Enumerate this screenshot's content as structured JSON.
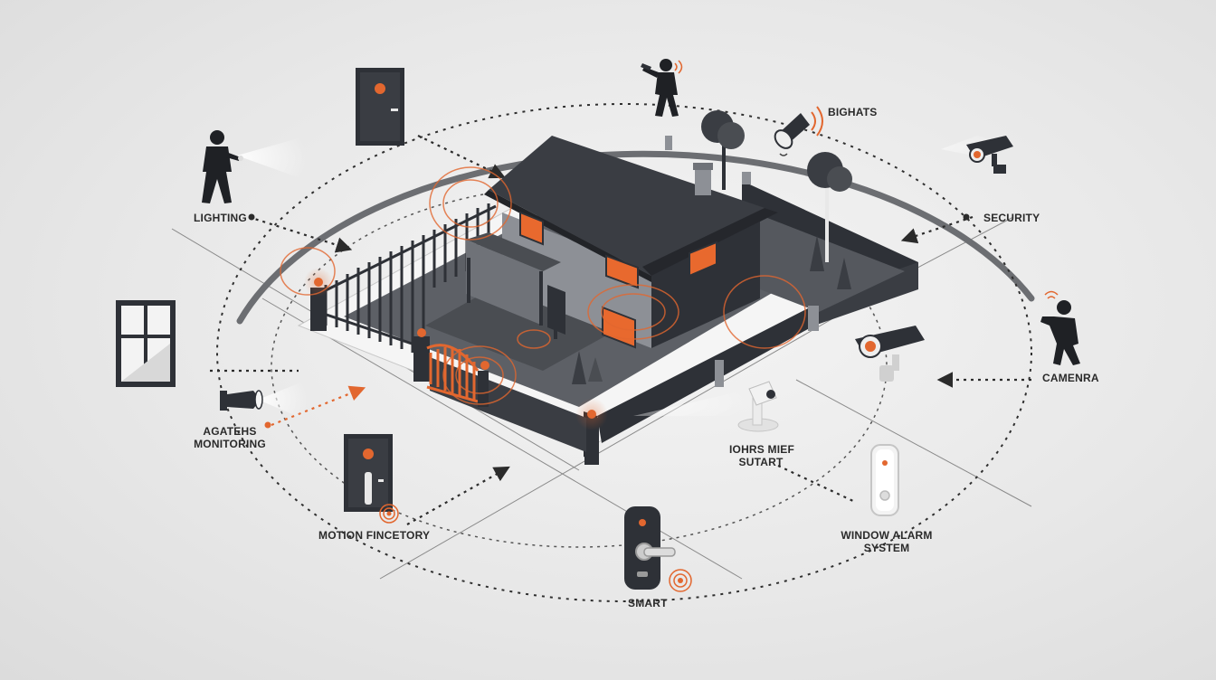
{
  "labels": {
    "lighting": "LIGHTING",
    "bighats": "BIGHATS",
    "security": "SECURITY",
    "camenra": "CAMENRA",
    "agatehs_1": "AGATEHS",
    "agatehs_2": "MONITORING",
    "motion": "MOTION FINCETORY",
    "iohrs_1": "IOHRS MIEF",
    "iohrs_2": "SUTART",
    "window_1": "WINDOW ALARM",
    "window_2": "SYSTEM",
    "smart": "SMART"
  },
  "colors": {
    "accent": "#e2672f",
    "dark": "#2e3137",
    "wall": "#8d9096",
    "window_glow": "#e8692e",
    "line": "#3a3a3a"
  },
  "icons": [
    "door-icon",
    "intruder-icon",
    "floodlight-icon",
    "security-camera-icon",
    "tree-icon",
    "window-icon",
    "motion-sensor-icon",
    "smart-door-icon",
    "smart-lock-icon",
    "doorbell-icon",
    "outdoor-camera-icon",
    "signal-icon"
  ]
}
